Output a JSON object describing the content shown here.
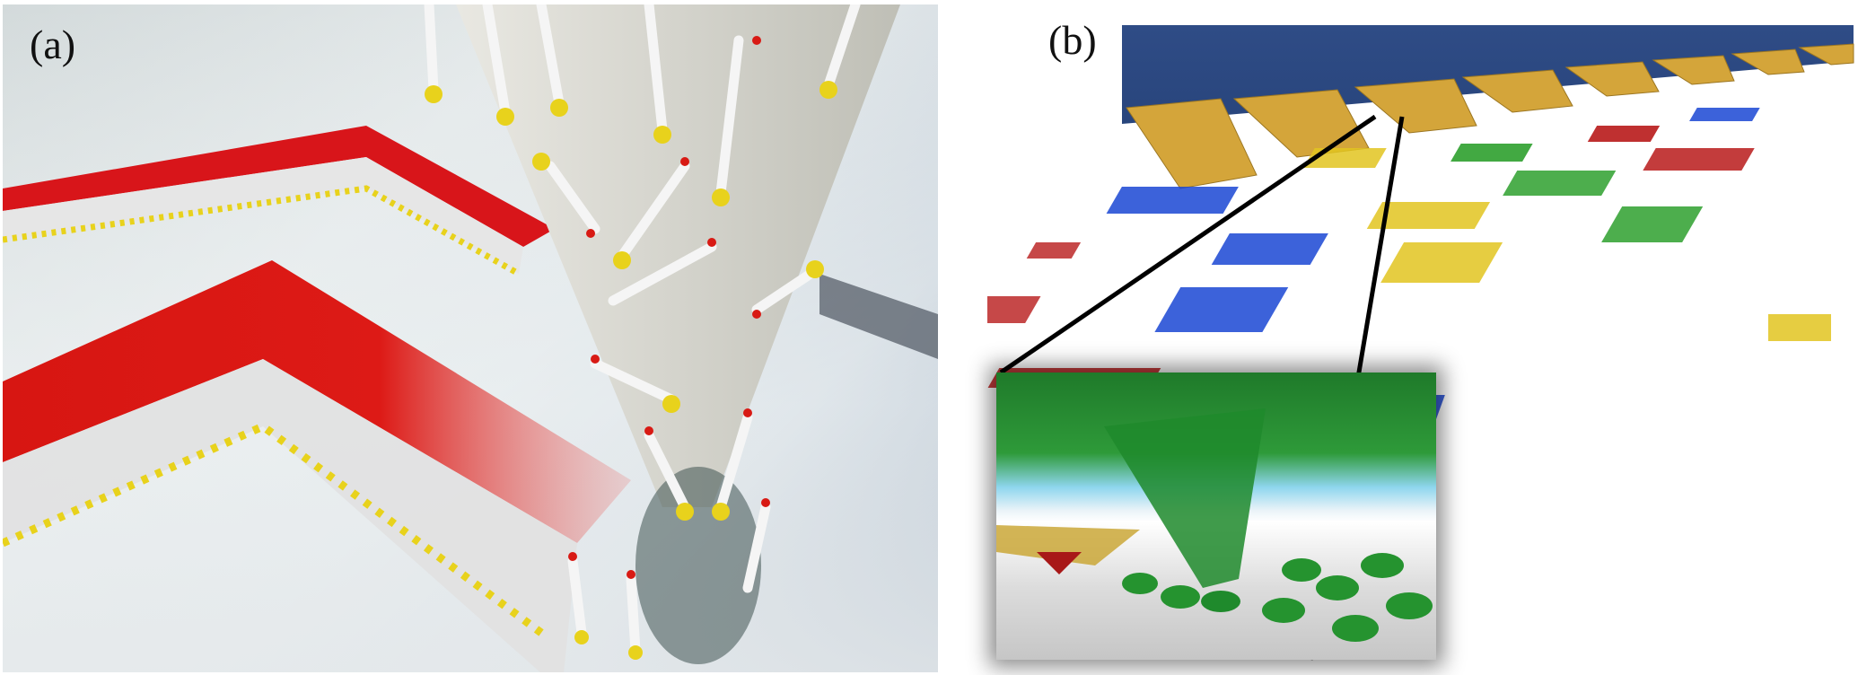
{
  "figure": {
    "panels": [
      {
        "label": "(a)",
        "description": "Dip-pen nanolithography schematic: AFM tip transferring thiol molecules (white chains with yellow sulfur heads and red end-groups) onto a surface, forming self-assembled monolayer lines"
      },
      {
        "label": "(b)",
        "description": "Parallel cantilever array (gold probes on blue substrate) writing multicolor dot patterns (blue, red, green, yellow) with inset showing green ink meniscus at tip"
      }
    ]
  },
  "colors": {
    "sulfur_head": "#e8d21c",
    "end_group": "#d81a14",
    "chain": "#f2f2f2",
    "cantilever": "#d7a93c",
    "substrate_blue": "#2a4680",
    "dot_blue": "#1540d8",
    "dot_red": "#b81a1a",
    "dot_green": "#2ea02e",
    "dot_yellow": "#e6c81a",
    "ink_green": "#1f8a2c"
  }
}
